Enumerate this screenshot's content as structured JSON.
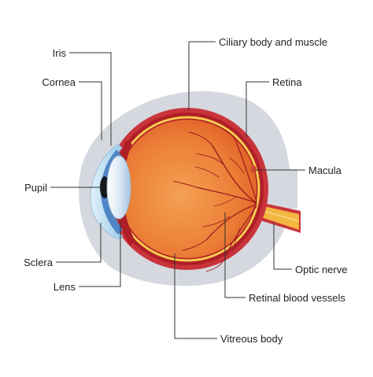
{
  "diagram": {
    "labels": {
      "iris": "Iris",
      "cornea": "Cornea",
      "pupil": "Pupil",
      "sclera": "Sclera",
      "lens": "Lens",
      "ciliary": "Ciliary body and muscle",
      "retina": "Retina",
      "macula": "Macula",
      "optic_nerve": "Optic nerve",
      "retinal_vessels": "Retinal blood vessels",
      "vitreous": "Vitreous body"
    },
    "colors": {
      "outer_halo": "#d6d8df",
      "sclera_edge": "#c9343a",
      "choroid": "#b01e27",
      "retina_line": "#f6cd4f",
      "vitreous_center": "#f3a152",
      "vitreous_edge": "#e06027",
      "blood_vessels": "#9e1b1f",
      "iris": "#4f86c6",
      "cornea": "#c0e2f4",
      "lens": "#dceaf6",
      "pupil": "#15181c",
      "optic_nerve": "#f3b63f",
      "leader_lines": "#333333"
    }
  }
}
